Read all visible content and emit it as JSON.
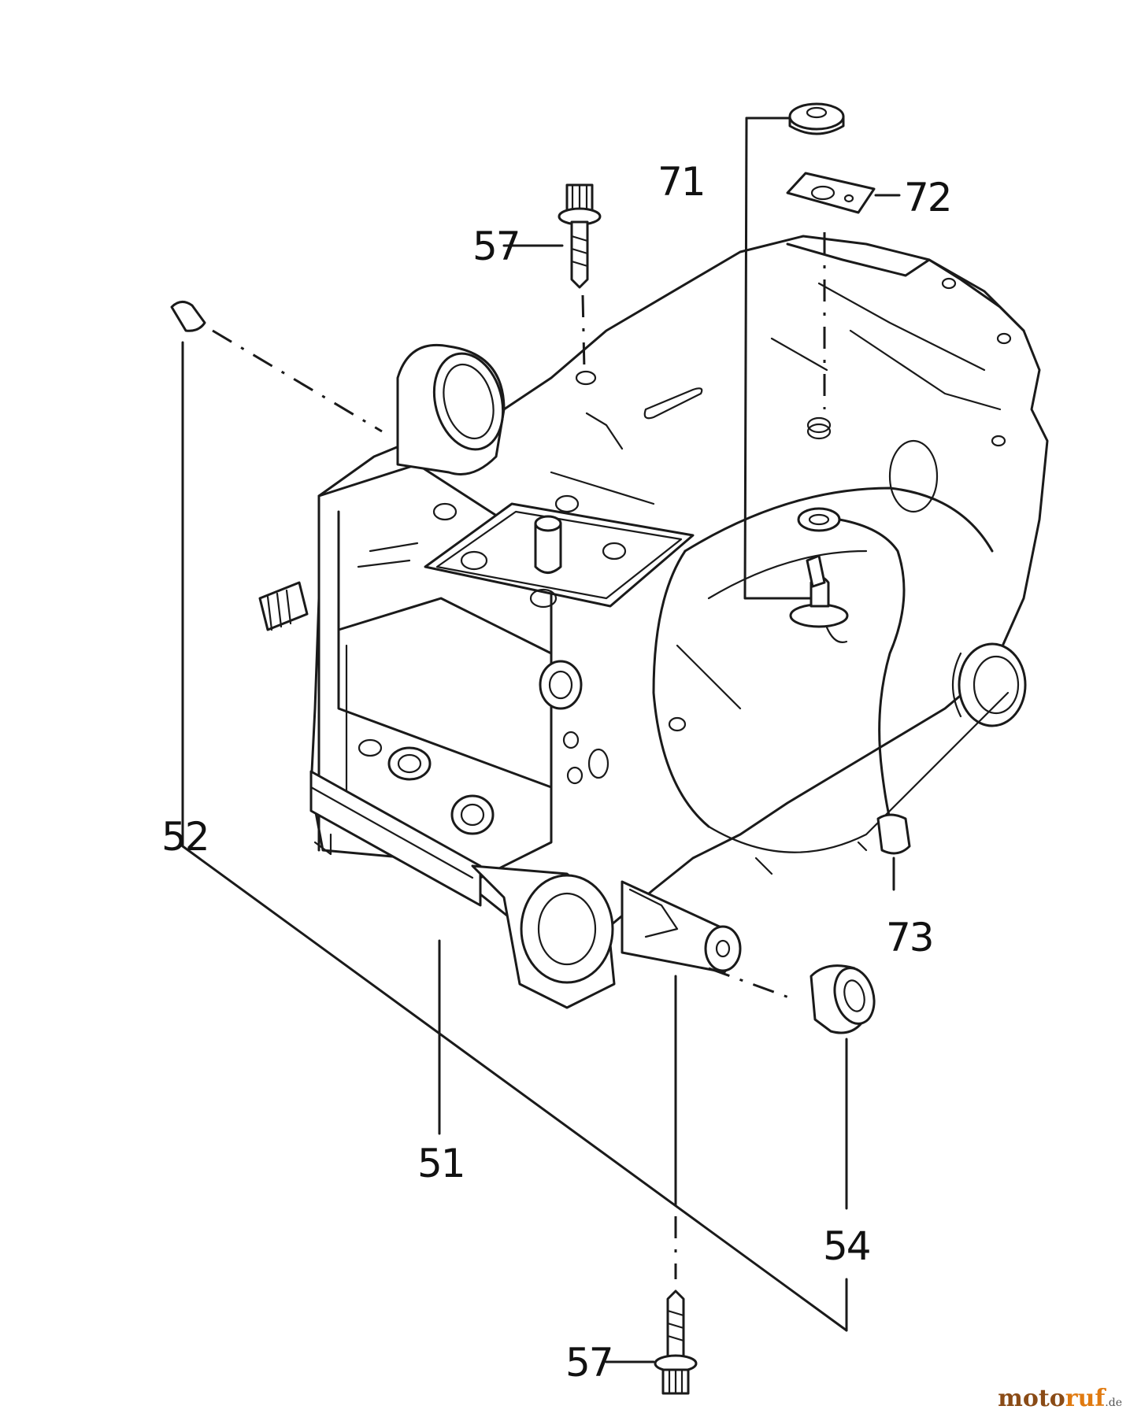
{
  "parts": {
    "p51": "51",
    "p52": "52",
    "p54": "54",
    "p57_top": "57",
    "p57_bottom": "57",
    "p71": "71",
    "p72": "72",
    "p73": "73"
  },
  "watermark": {
    "main": "moto",
    "accent": "ruf",
    "tld": ".de"
  },
  "colors": {
    "line": "#1a1a1a",
    "watermark_brown": "#8a4b16",
    "watermark_orange": "#e07a10"
  }
}
